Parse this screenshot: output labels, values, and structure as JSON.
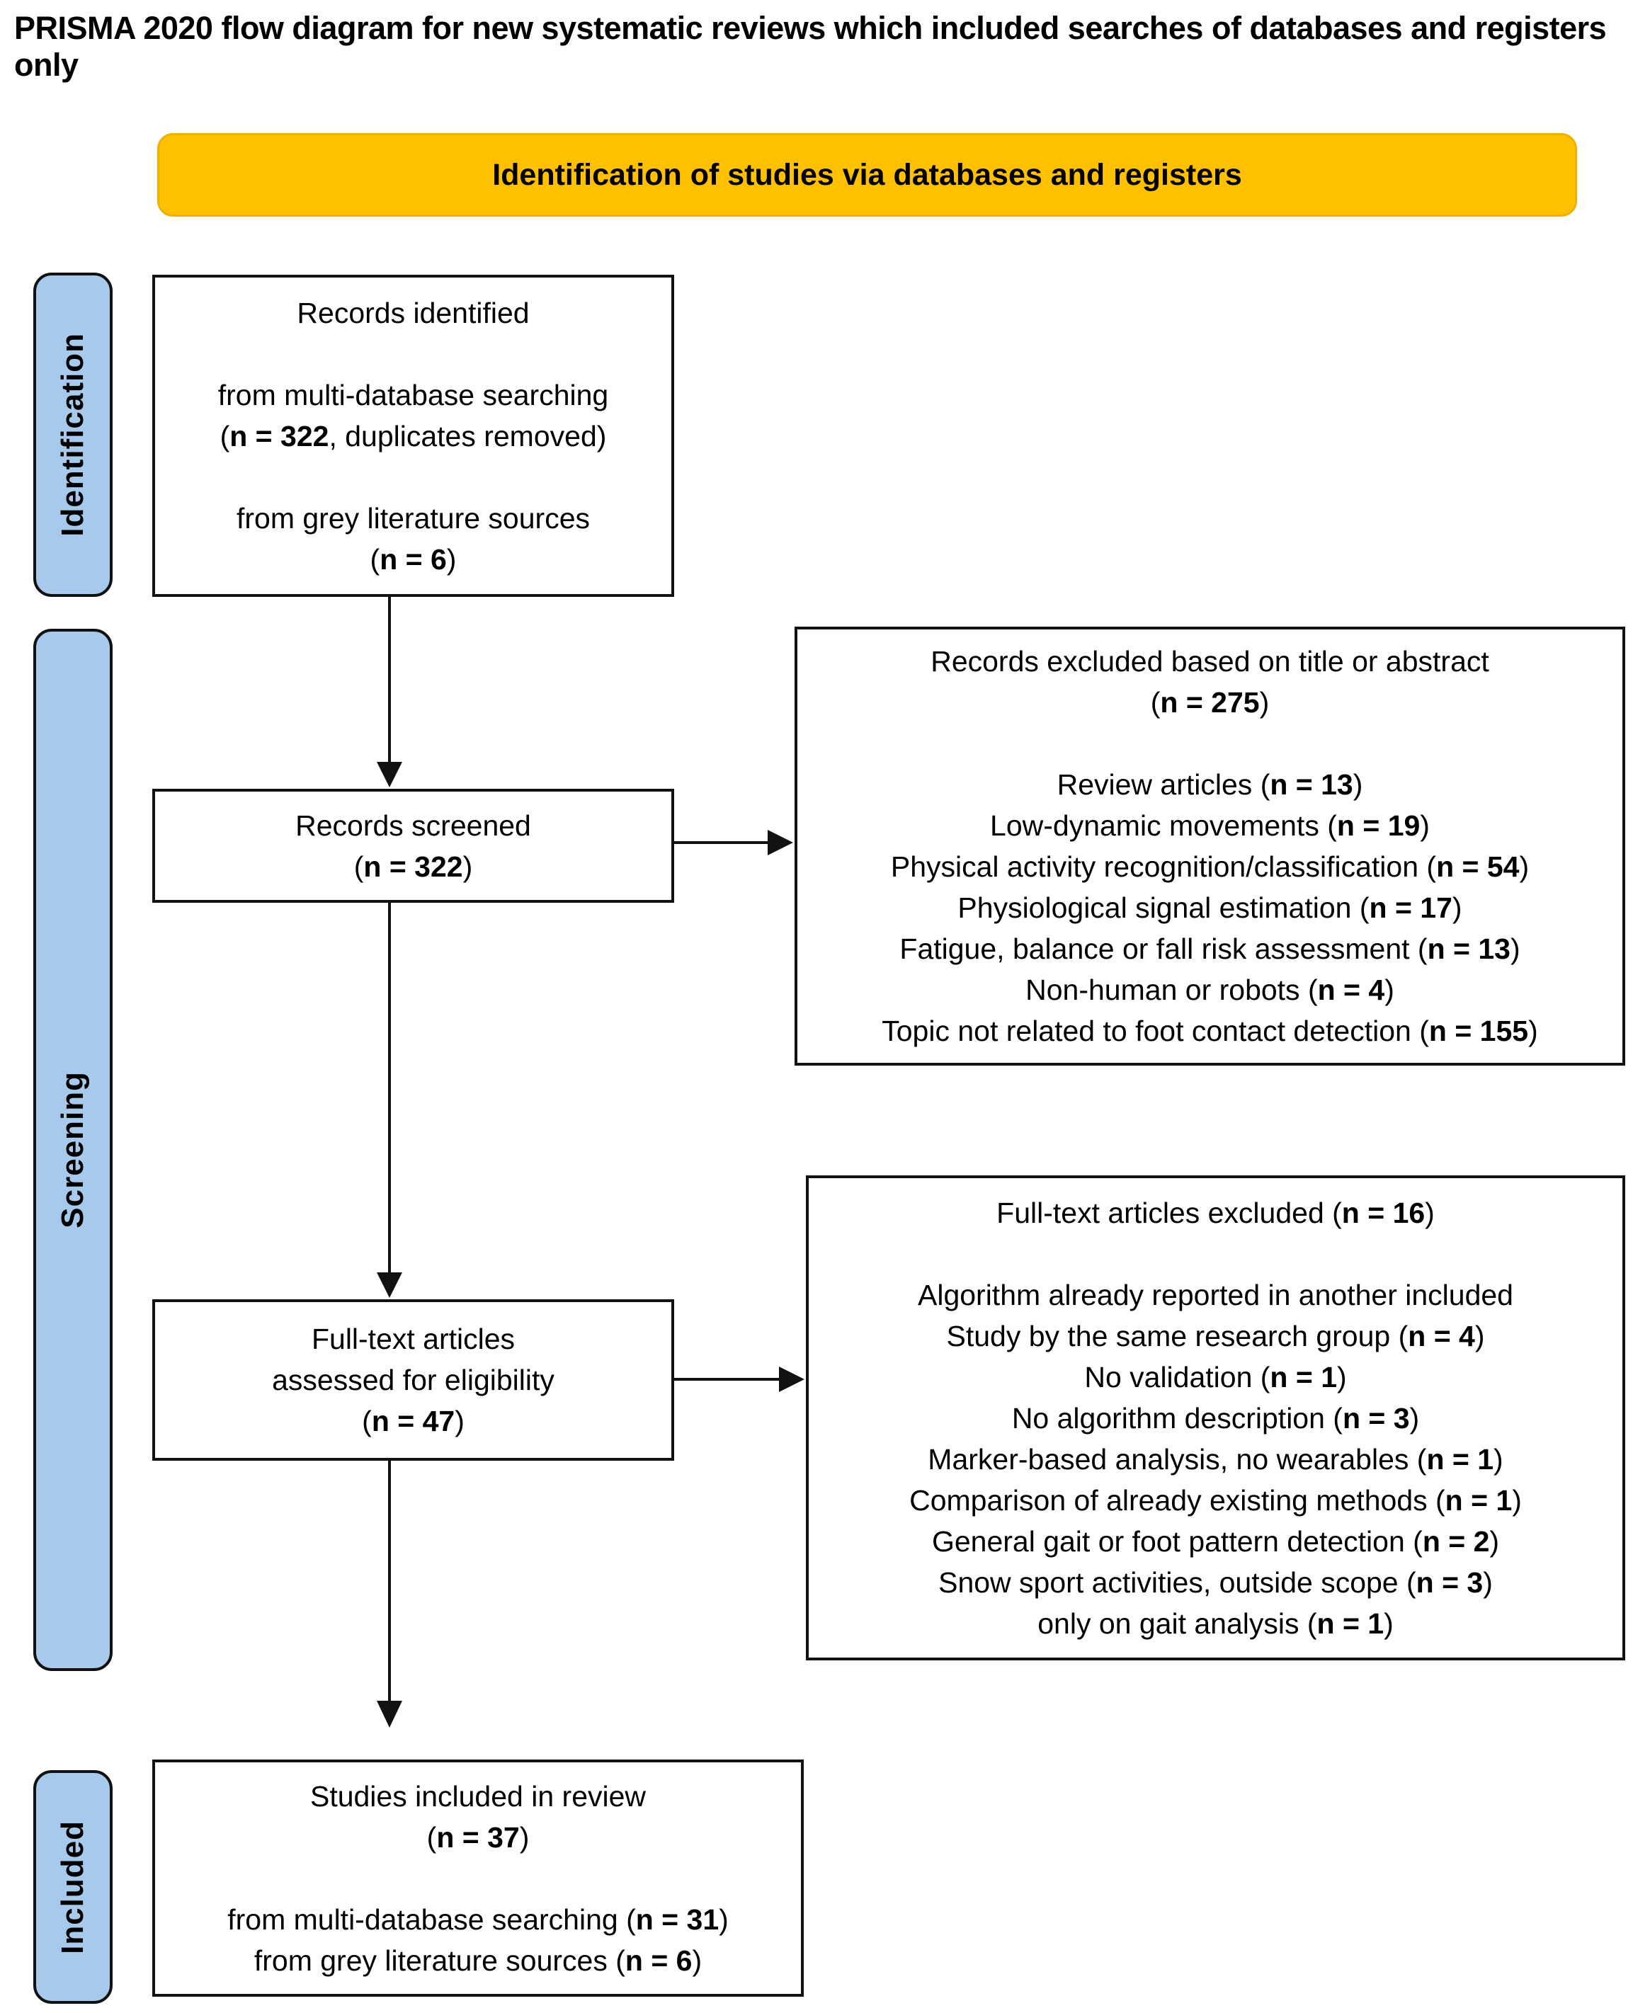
{
  "title": "PRISMA 2020 flow diagram for new systematic reviews which included searches of databases and registers only",
  "banner": {
    "label": "Identification of studies via databases and registers"
  },
  "colors": {
    "banner_fill": "#FFC000",
    "stage_fill": "#A7CAEC",
    "box_border": "#111111",
    "text": "#000000"
  },
  "stages": [
    {
      "id": "identification",
      "label": "Identification"
    },
    {
      "id": "screening",
      "label": "Screening"
    },
    {
      "id": "included",
      "label": "Included"
    }
  ],
  "boxes": {
    "records_identified": {
      "lines": [
        [
          {
            "t": "Records identified",
            "b": false
          }
        ],
        [],
        [
          {
            "t": "from multi-database searching",
            "b": false
          }
        ],
        [
          {
            "t": "(",
            "b": false
          },
          {
            "t": "n = 322",
            "b": true
          },
          {
            "t": ", duplicates removed)",
            "b": false
          }
        ],
        [],
        [
          {
            "t": "from grey literature sources",
            "b": false
          }
        ],
        [
          {
            "t": "(",
            "b": false
          },
          {
            "t": "n = 6",
            "b": true
          },
          {
            "t": ")",
            "b": false
          }
        ]
      ]
    },
    "records_screened": {
      "lines": [
        [
          {
            "t": "Records screened",
            "b": false
          }
        ],
        [
          {
            "t": "(",
            "b": false
          },
          {
            "t": "n = 322",
            "b": true
          },
          {
            "t": ")",
            "b": false
          }
        ]
      ]
    },
    "excluded_title_abstract": {
      "lines": [
        [
          {
            "t": "Records excluded based on title or abstract",
            "b": false
          }
        ],
        [
          {
            "t": "(",
            "b": false
          },
          {
            "t": "n = 275",
            "b": true
          },
          {
            "t": ")",
            "b": false
          }
        ],
        [],
        [
          {
            "t": "Review articles (",
            "b": false
          },
          {
            "t": "n = 13",
            "b": true
          },
          {
            "t": ")",
            "b": false
          }
        ],
        [
          {
            "t": "Low-dynamic movements (",
            "b": false
          },
          {
            "t": "n = 19",
            "b": true
          },
          {
            "t": ")",
            "b": false
          }
        ],
        [
          {
            "t": "Physical activity recognition/classification (",
            "b": false
          },
          {
            "t": "n = 54",
            "b": true
          },
          {
            "t": ")",
            "b": false
          }
        ],
        [
          {
            "t": "Physiological signal estimation (",
            "b": false
          },
          {
            "t": "n = 17",
            "b": true
          },
          {
            "t": ")",
            "b": false
          }
        ],
        [
          {
            "t": "Fatigue, balance or fall risk assessment (",
            "b": false
          },
          {
            "t": "n = 13",
            "b": true
          },
          {
            "t": ")",
            "b": false
          }
        ],
        [
          {
            "t": "Non-human or robots (",
            "b": false
          },
          {
            "t": "n = 4",
            "b": true
          },
          {
            "t": ")",
            "b": false
          }
        ],
        [
          {
            "t": "Topic not related to foot contact detection (",
            "b": false
          },
          {
            "t": "n = 155",
            "b": true
          },
          {
            "t": ")",
            "b": false
          }
        ]
      ]
    },
    "fulltext_assessed": {
      "lines": [
        [
          {
            "t": "Full-text articles",
            "b": false
          }
        ],
        [
          {
            "t": "assessed for eligibility",
            "b": false
          }
        ],
        [
          {
            "t": "(",
            "b": false
          },
          {
            "t": "n = 47",
            "b": true
          },
          {
            "t": ")",
            "b": false
          }
        ]
      ]
    },
    "fulltext_excluded": {
      "lines": [
        [
          {
            "t": "Full-text articles excluded (",
            "b": false
          },
          {
            "t": "n = 16",
            "b": true
          },
          {
            "t": ")",
            "b": false
          }
        ],
        [],
        [
          {
            "t": "Algorithm already reported in another included",
            "b": false
          }
        ],
        [
          {
            "t": "Study by the same research group (",
            "b": false
          },
          {
            "t": "n = 4",
            "b": true
          },
          {
            "t": ")",
            "b": false
          }
        ],
        [
          {
            "t": "No validation (",
            "b": false
          },
          {
            "t": "n = 1",
            "b": true
          },
          {
            "t": ")",
            "b": false
          }
        ],
        [
          {
            "t": "No algorithm description (",
            "b": false
          },
          {
            "t": "n = 3",
            "b": true
          },
          {
            "t": ")",
            "b": false
          }
        ],
        [
          {
            "t": "Marker-based analysis, no wearables (",
            "b": false
          },
          {
            "t": "n = 1",
            "b": true
          },
          {
            "t": ")",
            "b": false
          }
        ],
        [
          {
            "t": "Comparison of already existing methods (",
            "b": false
          },
          {
            "t": "n = 1",
            "b": true
          },
          {
            "t": ")",
            "b": false
          }
        ],
        [
          {
            "t": "General gait or foot pattern detection (",
            "b": false
          },
          {
            "t": "n = 2",
            "b": true
          },
          {
            "t": ")",
            "b": false
          }
        ],
        [
          {
            "t": "Snow sport activities, outside scope (",
            "b": false
          },
          {
            "t": "n = 3",
            "b": true
          },
          {
            "t": ")",
            "b": false
          }
        ],
        [
          {
            "t": "only on gait analysis (",
            "b": false
          },
          {
            "t": "n = 1",
            "b": true
          },
          {
            "t": ")",
            "b": false
          }
        ]
      ]
    },
    "studies_included": {
      "lines": [
        [
          {
            "t": "Studies included in review",
            "b": false
          }
        ],
        [
          {
            "t": "(",
            "b": false
          },
          {
            "t": "n = 37",
            "b": true
          },
          {
            "t": ")",
            "b": false
          }
        ],
        [],
        [
          {
            "t": "from multi-database searching (",
            "b": false
          },
          {
            "t": "n = 31",
            "b": true
          },
          {
            "t": ")",
            "b": false
          }
        ],
        [
          {
            "t": "from grey literature sources (",
            "b": false
          },
          {
            "t": "n = 6",
            "b": true
          },
          {
            "t": ")",
            "b": false
          }
        ]
      ]
    }
  }
}
